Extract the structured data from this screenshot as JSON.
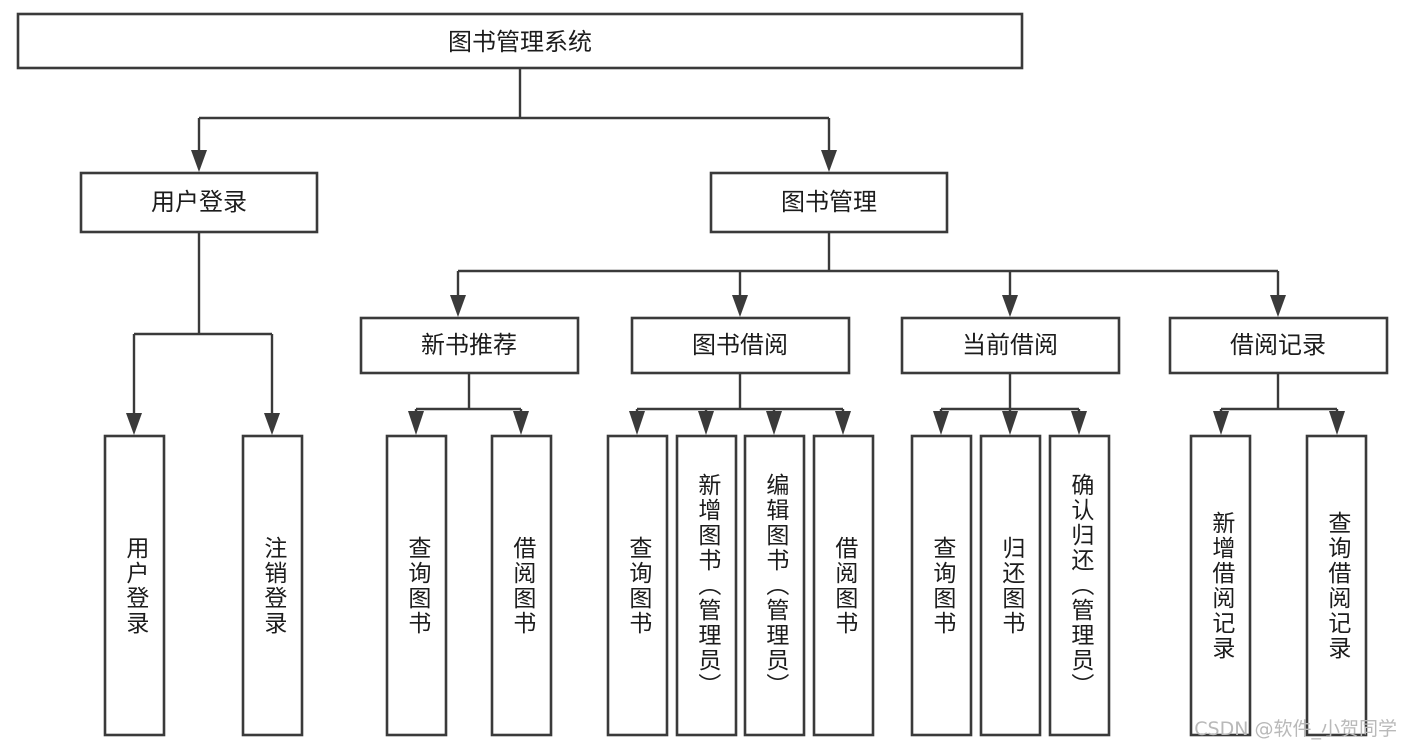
{
  "diagram": {
    "title": "图书管理系统",
    "type": "tree",
    "root": {
      "id": "root",
      "label": "图书管理系统"
    },
    "level2": [
      {
        "id": "user-login",
        "label": "用户登录"
      },
      {
        "id": "book-manage",
        "label": "图书管理"
      }
    ],
    "level3": [
      {
        "id": "new-book-recommend",
        "label": "新书推荐",
        "parent": "book-manage"
      },
      {
        "id": "book-borrow",
        "label": "图书借阅",
        "parent": "book-manage"
      },
      {
        "id": "current-borrow",
        "label": "当前借阅",
        "parent": "book-manage"
      },
      {
        "id": "borrow-record",
        "label": "借阅记录",
        "parent": "book-manage"
      }
    ],
    "leaves": [
      {
        "id": "leaf-user-login",
        "label": "用户登录",
        "parent": "user-login"
      },
      {
        "id": "leaf-logout-login",
        "label": "注销登录",
        "parent": "user-login"
      },
      {
        "id": "leaf-query-book-1",
        "label": "查询图书",
        "parent": "new-book-recommend"
      },
      {
        "id": "leaf-borrow-book-1",
        "label": "借阅图书",
        "parent": "new-book-recommend"
      },
      {
        "id": "leaf-query-book-2",
        "label": "查询图书",
        "parent": "book-borrow"
      },
      {
        "id": "leaf-add-book",
        "label": "新增图书（管理员）",
        "parent": "book-borrow"
      },
      {
        "id": "leaf-edit-book",
        "label": "编辑图书（管理员）",
        "parent": "book-borrow"
      },
      {
        "id": "leaf-borrow-book-2",
        "label": "借阅图书",
        "parent": "book-borrow"
      },
      {
        "id": "leaf-query-book-3",
        "label": "查询图书",
        "parent": "current-borrow"
      },
      {
        "id": "leaf-return-book",
        "label": "归还图书",
        "parent": "current-borrow"
      },
      {
        "id": "leaf-confirm-return",
        "label": "确认归还（管理员）",
        "parent": "current-borrow"
      },
      {
        "id": "leaf-add-record",
        "label": "新增借阅记录",
        "parent": "borrow-record"
      },
      {
        "id": "leaf-query-record",
        "label": "查询借阅记录",
        "parent": "borrow-record"
      }
    ]
  },
  "watermark": {
    "text": "CSDN @软件_小贺同学"
  },
  "colors": {
    "stroke": "#3a3a3a",
    "box_fill": "#ffffff",
    "text": "#1c1c1c",
    "watermark": "#b9b9b9",
    "background": "#ffffff"
  }
}
